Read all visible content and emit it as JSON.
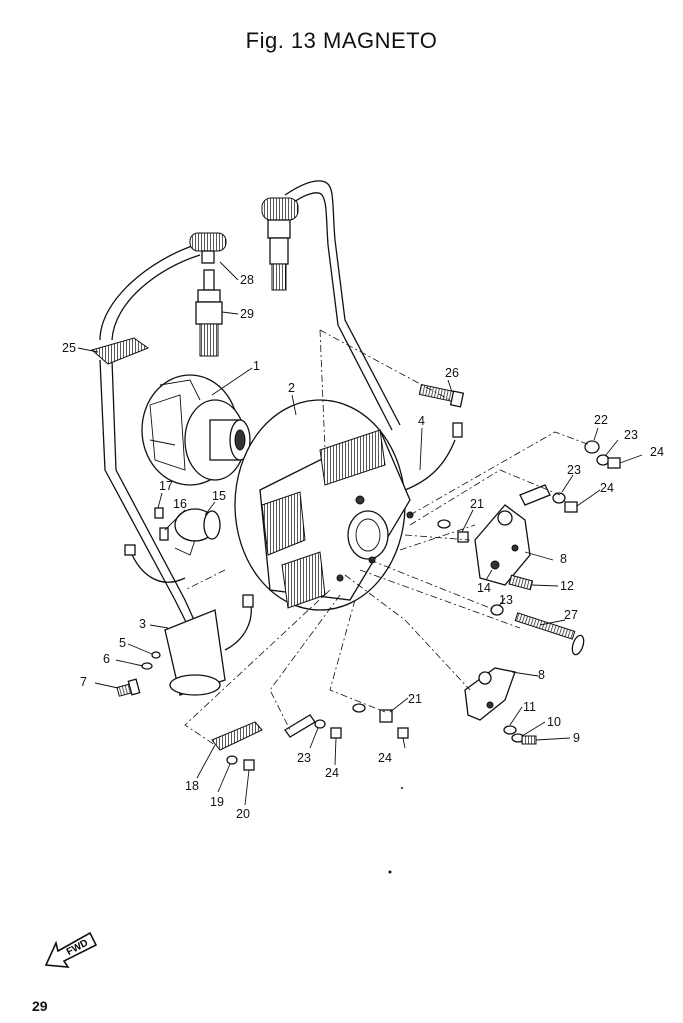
{
  "figure": {
    "title": "Fig. 13  MAGNETO"
  },
  "page_number": "29",
  "fwd_marker": "FWD",
  "callouts": {
    "c1": "1",
    "c2": "2",
    "c3": "3",
    "c4": "4",
    "c5": "5",
    "c6": "6",
    "c7": "7",
    "c8a": "8",
    "c8b": "8",
    "c9": "9",
    "c10": "10",
    "c11": "11",
    "c12": "12",
    "c13": "13",
    "c14": "14",
    "c15": "15",
    "c16": "16",
    "c17": "17",
    "c18": "18",
    "c19": "19",
    "c20": "20",
    "c21a": "21",
    "c21b": "21",
    "c22": "22",
    "c23a": "23",
    "c23b": "23",
    "c23c": "23",
    "c24a": "24",
    "c24b": "24",
    "c24c": "24",
    "c24d": "24",
    "c25": "25",
    "c26": "26",
    "c27": "27",
    "c28": "28",
    "c29": "29"
  }
}
